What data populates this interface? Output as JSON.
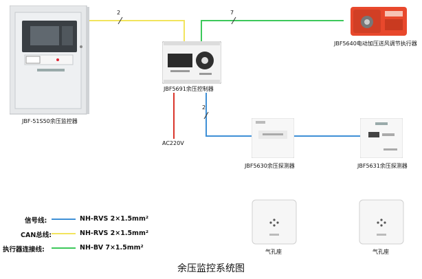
{
  "devices": {
    "monitor": "JBF-51S50余压监控器",
    "controller": "JBF5691余压控制器",
    "actuator": "JBF5640电动加压送风调节执行器",
    "detector_a": "JBF5630余压探测器",
    "detector_b": "JBF5631余压探测器",
    "port_a": "气孔座",
    "port_b": "气孔座"
  },
  "power_label": "AC220V",
  "wire_marks": {
    "monitor_to_controller": "2",
    "controller_to_actuator": "7",
    "controller_to_detectors": "2"
  },
  "legend": [
    {
      "name": "信号线:",
      "spec": "NH-RVS 2×1.5mm²",
      "color": "#3d8fd6"
    },
    {
      "name": "CAN总线:",
      "spec": "NH-RVS 2×1.5mm²",
      "color": "#f2e45c"
    },
    {
      "name": "执行器连接线:",
      "spec": "NH-BV 7×1.5mm²",
      "color": "#3cc85a"
    }
  ],
  "colors": {
    "can": "#f2e45c",
    "signal": "#3d8fd6",
    "actuator_line": "#3cc85a",
    "power": "#d9342b",
    "actuator_body": "#e8482c"
  },
  "caption": "余压监控系统图"
}
